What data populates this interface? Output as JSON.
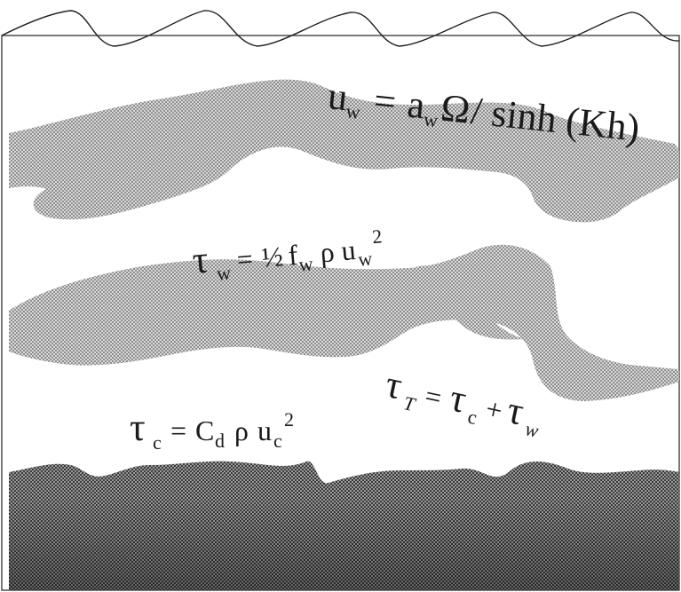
{
  "equations": {
    "wave_velocity": {
      "u": "u",
      "u_sub": "w",
      "eq": "=",
      "a": "a",
      "a_sub": "w",
      "omega": "Ω",
      "rest": "/ sinh (Kh)"
    },
    "wave_stress": {
      "tau": "τ",
      "tau_sub": "w",
      "eq": "=",
      "half": "½",
      "f": "f",
      "f_sub": "w",
      "rho": "ρ",
      "u": "u",
      "u_sub": "w",
      "exp": "2"
    },
    "current_stress": {
      "tau": "τ",
      "tau_sub": "c",
      "eq": "=",
      "C": "C",
      "C_sub": "d",
      "rho": "ρ",
      "u": "u",
      "u_sub": "c",
      "exp": "2"
    },
    "total_stress": {
      "tau": "τ",
      "tau_sub": "T",
      "eq": "=",
      "tau_c": "τ",
      "tau_c_sub": "c",
      "plus": "+",
      "tau_w": "τ",
      "tau_w_sub": "w"
    }
  },
  "colors": {
    "background": "#ffffff",
    "line": "#222222",
    "stipple_light": "#b8b8b8",
    "stipple_dark": "#555555"
  }
}
